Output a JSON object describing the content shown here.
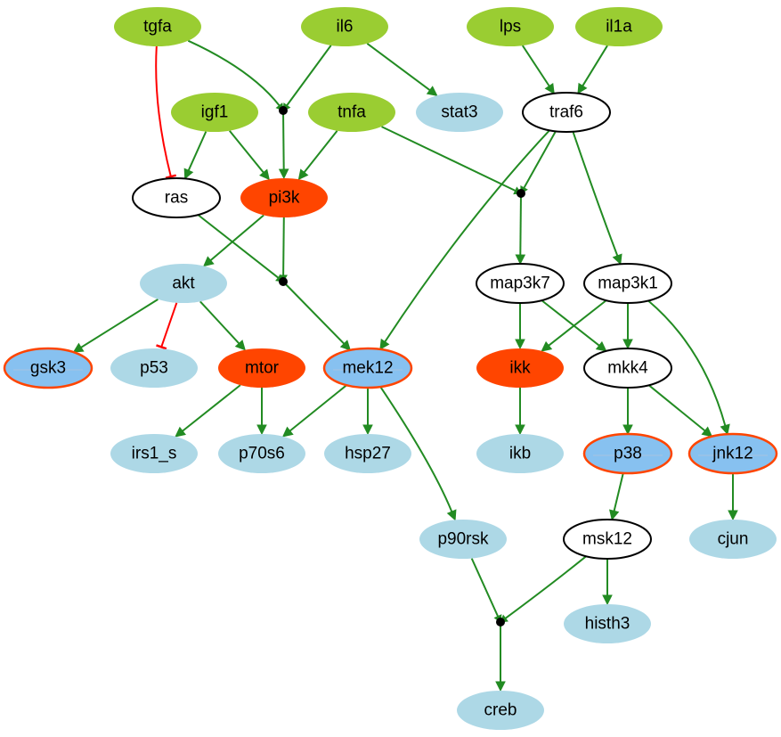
{
  "diagram": {
    "colors": {
      "stimulus": "#9acd32",
      "inhibited": "#ff4500",
      "readout": "#add8e6",
      "readout_highlight": "#87c1f0",
      "highlight_border": "#ff4500",
      "plain_fill": "#ffffff",
      "plain_border": "#000000",
      "activation_edge": "#228b22",
      "inhibition_edge": "#ff0000",
      "junction": "#000000"
    },
    "nodes": {
      "tgfa": {
        "label": "tgfa",
        "style": "stimulus"
      },
      "il6": {
        "label": "il6",
        "style": "stimulus"
      },
      "lps": {
        "label": "lps",
        "style": "stimulus"
      },
      "il1a": {
        "label": "il1a",
        "style": "stimulus"
      },
      "igf1": {
        "label": "igf1",
        "style": "stimulus"
      },
      "tnfa": {
        "label": "tnfa",
        "style": "stimulus"
      },
      "stat3": {
        "label": "stat3",
        "style": "readout"
      },
      "traf6": {
        "label": "traf6",
        "style": "plain"
      },
      "ras": {
        "label": "ras",
        "style": "plain"
      },
      "pi3k": {
        "label": "pi3k",
        "style": "inhibited"
      },
      "akt": {
        "label": "akt",
        "style": "readout"
      },
      "map3k7": {
        "label": "map3k7",
        "style": "plain"
      },
      "map3k1": {
        "label": "map3k1",
        "style": "plain"
      },
      "gsk3": {
        "label": "gsk3",
        "style": "readout_highlight"
      },
      "p53": {
        "label": "p53",
        "style": "readout"
      },
      "mtor": {
        "label": "mtor",
        "style": "inhibited"
      },
      "mek12": {
        "label": "mek12",
        "style": "readout_highlight"
      },
      "ikk": {
        "label": "ikk",
        "style": "inhibited"
      },
      "mkk4": {
        "label": "mkk4",
        "style": "plain"
      },
      "irs1_s": {
        "label": "irs1_s",
        "style": "readout"
      },
      "p70s6": {
        "label": "p70s6",
        "style": "readout"
      },
      "hsp27": {
        "label": "hsp27",
        "style": "readout"
      },
      "ikb": {
        "label": "ikb",
        "style": "readout"
      },
      "p38": {
        "label": "p38",
        "style": "readout_highlight"
      },
      "jnk12": {
        "label": "jnk12",
        "style": "readout_highlight"
      },
      "p90rsk": {
        "label": "p90rsk",
        "style": "readout"
      },
      "msk12": {
        "label": "msk12",
        "style": "plain"
      },
      "cjun": {
        "label": "cjun",
        "style": "readout"
      },
      "histh3": {
        "label": "histh3",
        "style": "readout"
      },
      "creb": {
        "label": "creb",
        "style": "readout"
      }
    },
    "junctions": [
      "and_tgfa_il6",
      "and_tnfa_traf6",
      "and_ras_pi3k",
      "and_p90rsk_msk12"
    ],
    "edges": [
      {
        "from": "tgfa",
        "to": "and_tgfa_il6",
        "type": "activation"
      },
      {
        "from": "il6",
        "to": "and_tgfa_il6",
        "type": "activation"
      },
      {
        "from": "and_tgfa_il6",
        "to": "pi3k",
        "type": "activation"
      },
      {
        "from": "tgfa",
        "to": "ras",
        "type": "inhibition"
      },
      {
        "from": "il6",
        "to": "stat3",
        "type": "activation"
      },
      {
        "from": "lps",
        "to": "traf6",
        "type": "activation"
      },
      {
        "from": "il1a",
        "to": "traf6",
        "type": "activation"
      },
      {
        "from": "igf1",
        "to": "ras",
        "type": "activation"
      },
      {
        "from": "igf1",
        "to": "pi3k",
        "type": "activation"
      },
      {
        "from": "tnfa",
        "to": "pi3k",
        "type": "activation"
      },
      {
        "from": "tnfa",
        "to": "and_tnfa_traf6",
        "type": "activation"
      },
      {
        "from": "traf6",
        "to": "and_tnfa_traf6",
        "type": "activation"
      },
      {
        "from": "and_tnfa_traf6",
        "to": "map3k7",
        "type": "activation"
      },
      {
        "from": "traf6",
        "to": "map3k1",
        "type": "activation"
      },
      {
        "from": "traf6",
        "to": "mek12",
        "type": "activation"
      },
      {
        "from": "ras",
        "to": "and_ras_pi3k",
        "type": "activation"
      },
      {
        "from": "pi3k",
        "to": "and_ras_pi3k",
        "type": "activation"
      },
      {
        "from": "and_ras_pi3k",
        "to": "mek12",
        "type": "activation"
      },
      {
        "from": "pi3k",
        "to": "akt",
        "type": "activation"
      },
      {
        "from": "akt",
        "to": "gsk3",
        "type": "activation"
      },
      {
        "from": "akt",
        "to": "p53",
        "type": "inhibition"
      },
      {
        "from": "akt",
        "to": "mtor",
        "type": "activation"
      },
      {
        "from": "mtor",
        "to": "irs1_s",
        "type": "activation"
      },
      {
        "from": "mtor",
        "to": "p70s6",
        "type": "activation"
      },
      {
        "from": "mek12",
        "to": "p70s6",
        "type": "activation"
      },
      {
        "from": "mek12",
        "to": "hsp27",
        "type": "activation"
      },
      {
        "from": "mek12",
        "to": "p90rsk",
        "type": "activation"
      },
      {
        "from": "map3k7",
        "to": "ikk",
        "type": "activation"
      },
      {
        "from": "map3k7",
        "to": "mkk4",
        "type": "activation"
      },
      {
        "from": "map3k1",
        "to": "ikk",
        "type": "activation"
      },
      {
        "from": "map3k1",
        "to": "mkk4",
        "type": "activation"
      },
      {
        "from": "map3k1",
        "to": "jnk12",
        "type": "activation"
      },
      {
        "from": "ikk",
        "to": "ikb",
        "type": "activation"
      },
      {
        "from": "mkk4",
        "to": "p38",
        "type": "activation"
      },
      {
        "from": "mkk4",
        "to": "jnk12",
        "type": "activation"
      },
      {
        "from": "p38",
        "to": "msk12",
        "type": "activation"
      },
      {
        "from": "jnk12",
        "to": "cjun",
        "type": "activation"
      },
      {
        "from": "msk12",
        "to": "histh3",
        "type": "activation"
      },
      {
        "from": "msk12",
        "to": "and_p90rsk_msk12",
        "type": "activation"
      },
      {
        "from": "p90rsk",
        "to": "and_p90rsk_msk12",
        "type": "activation"
      },
      {
        "from": "and_p90rsk_msk12",
        "to": "creb",
        "type": "activation"
      }
    ]
  }
}
